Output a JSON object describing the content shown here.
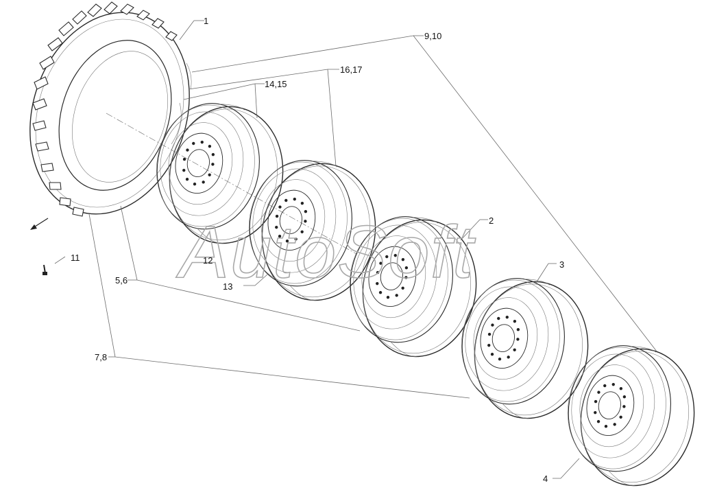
{
  "callouts": {
    "c1": "1",
    "c2": "2",
    "c3": "3",
    "c4": "4",
    "c5_6": "5,6",
    "c7_8": "7,8",
    "c9_10": "9,10",
    "c11": "11",
    "c12": "12",
    "c13": "13",
    "c14_15": "14,15",
    "c16_17": "16,17"
  },
  "watermark": "AutoSoft"
}
